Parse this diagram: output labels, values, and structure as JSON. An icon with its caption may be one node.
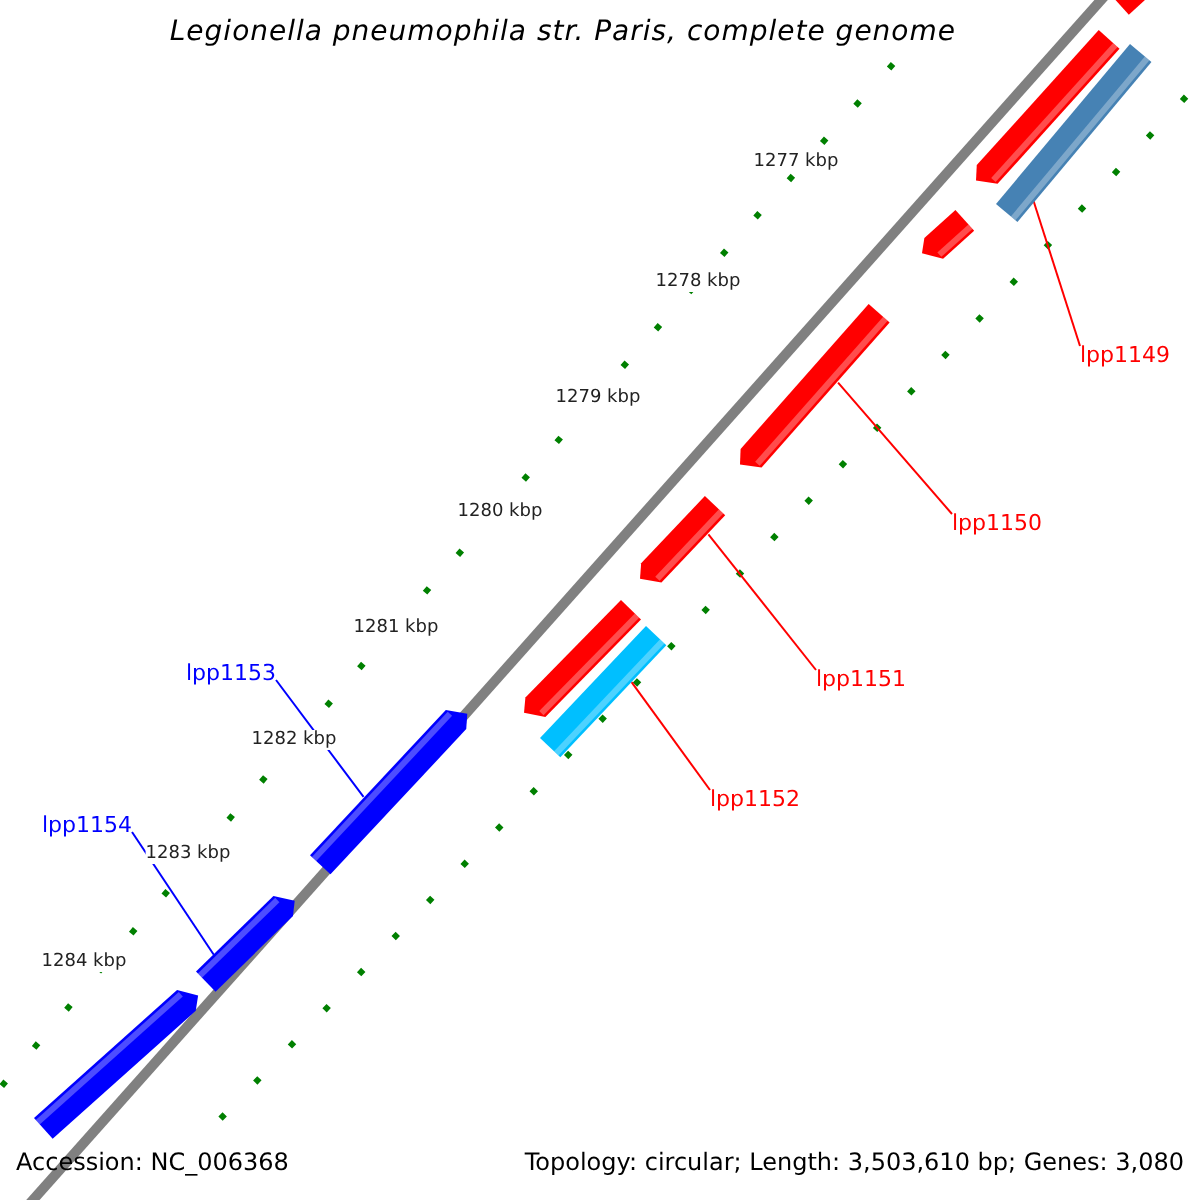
{
  "diagram": {
    "title": "Legionella pneumophila str. Paris, complete genome",
    "nodes": [
      {
        "text": [],
        "shape": "arrow"
      },
      {
        "text": [],
        "shape": "arrow"
      },
      {
        "text": [],
        "shape": "bar"
      },
      {
        "text": [],
        "shape": "arrow"
      },
      {
        "text": [],
        "shape": "arrow"
      },
      {
        "text": [],
        "shape": "arrow"
      },
      {
        "text": [],
        "shape": "arrow"
      },
      {
        "text": [],
        "shape": "bar"
      },
      {
        "text": [],
        "shape": "arrow"
      },
      {
        "text": [],
        "shape": "arrow"
      },
      {
        "text": [],
        "shape": "arrow"
      },
      {
        "text": [
          "lpp1149"
        ]
      },
      {
        "text": [
          "lpp1150"
        ]
      },
      {
        "text": [
          "lpp1151"
        ]
      },
      {
        "text": [
          "lpp1152"
        ]
      },
      {
        "text": [
          "lpp1153"
        ]
      },
      {
        "text": [
          "lpp1154"
        ]
      }
    ],
    "edges": [
      {
        "from": 11,
        "to": 2,
        "arrow": "none",
        "color": "#ff0000"
      },
      {
        "from": 12,
        "to": 4,
        "arrow": "none",
        "color": "#ff0000"
      },
      {
        "from": 13,
        "to": 5,
        "arrow": "none",
        "color": "#ff0000"
      },
      {
        "from": 14,
        "to": 7,
        "arrow": "none",
        "color": "#ff0000"
      },
      {
        "from": 15,
        "to": 8,
        "arrow": "none",
        "color": "#0000ff"
      },
      {
        "from": 16,
        "to": 9,
        "arrow": "none",
        "color": "#0000ff"
      }
    ],
    "labels": [
      "1277 kbp",
      "1278 kbp",
      "1279 kbp",
      "1280 kbp",
      "1281 kbp",
      "1282 kbp",
      "1283 kbp",
      "1284 kbp",
      "Accession: NC_006368",
      "Topology: circular; Length: 3,503,610 bp; Genes: 3,080"
    ]
  }
}
